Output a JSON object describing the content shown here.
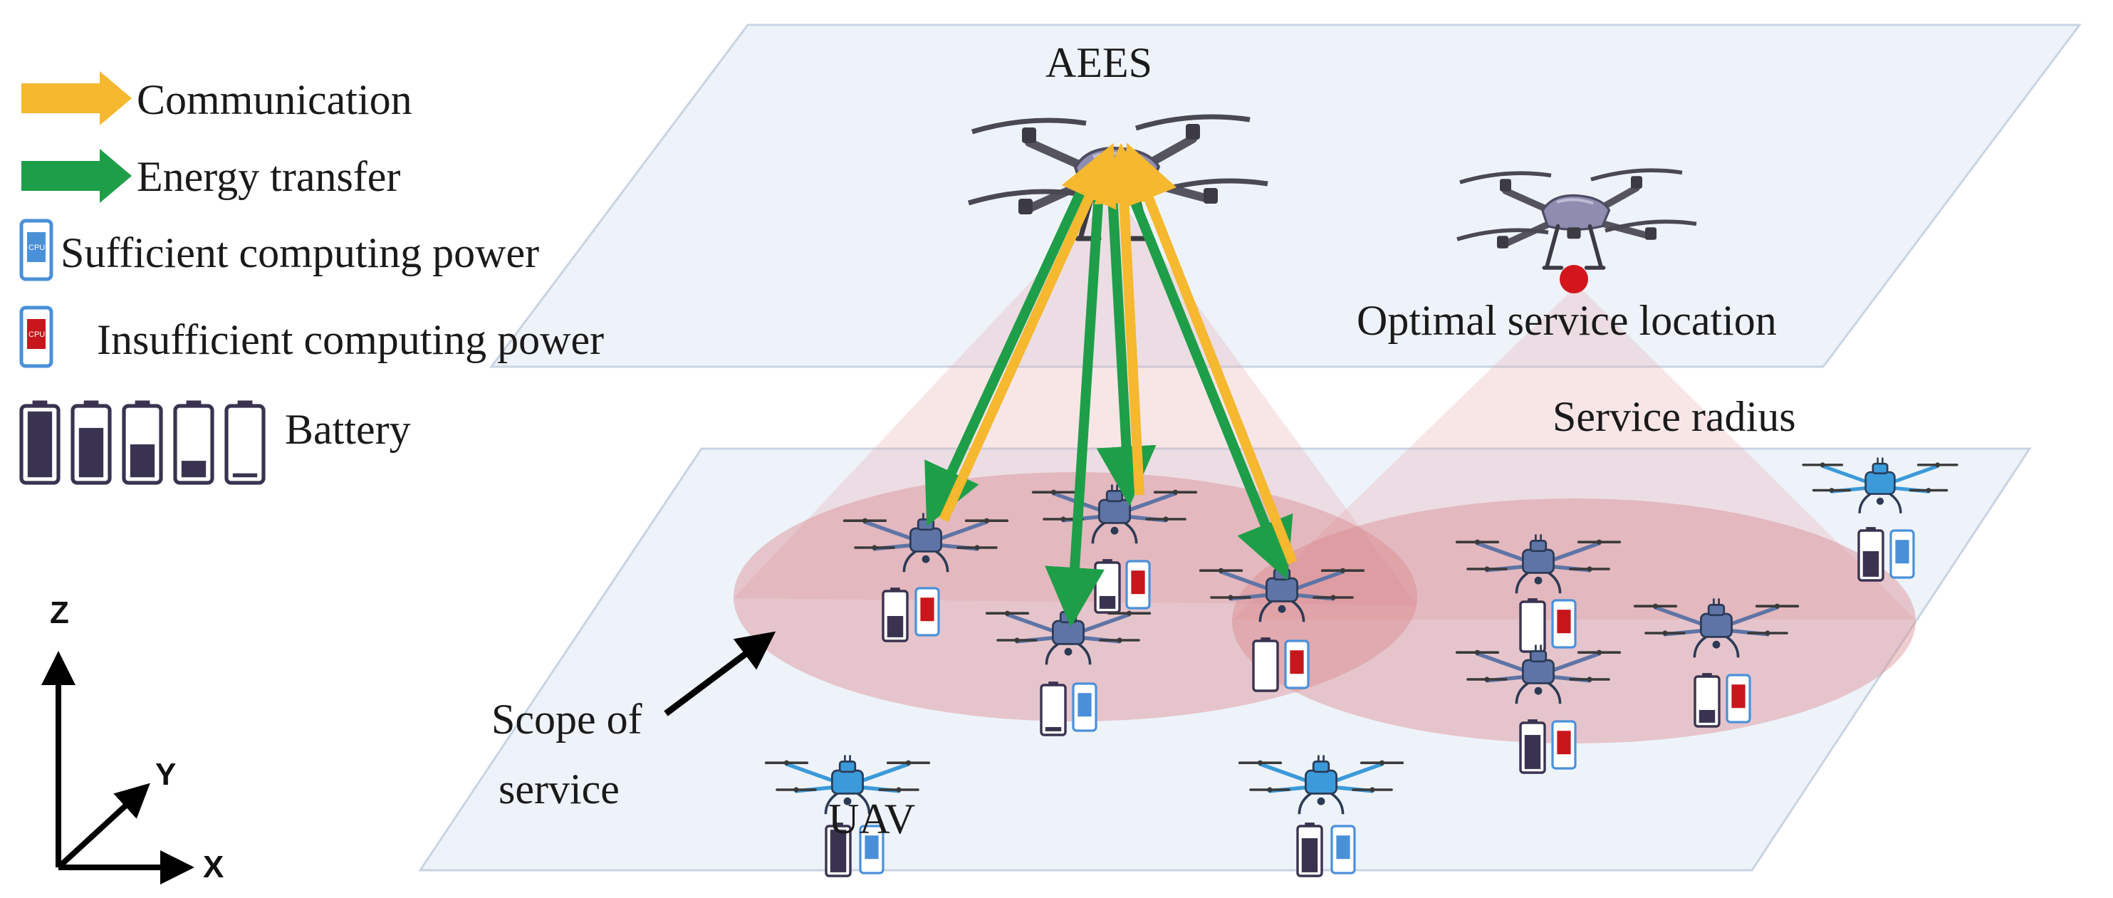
{
  "legend": {
    "communication": "Communication",
    "energy_transfer": "Energy transfer",
    "sufficient": "Sufficient computing power",
    "insufficient": "Insufficient computing power",
    "battery": "Battery"
  },
  "labels": {
    "aees": "AEES",
    "optimal_location": "Optimal service location",
    "service_radius": "Service radius",
    "scope_line1": "Scope of",
    "scope_line2": "service",
    "uav": "UAV"
  },
  "axes": {
    "z": "Z",
    "y": "Y",
    "x": "X"
  },
  "cpu_label": "CPU",
  "colors": {
    "communication": "#F5B82E",
    "energy": "#1E9E48",
    "cpu_sufficient": "#4A90D9",
    "cpu_insufficient": "#C8161D",
    "plane_fill": "#EEF3FA",
    "plane_stroke": "#C9D4E3",
    "service_area": "#D9868B",
    "drone_blue": "#3B9AD9",
    "drone_slate": "#5F74A6",
    "aees_body": "#8E8DB0",
    "battery": "#3A3350",
    "optimal_dot": "#D3151C"
  }
}
